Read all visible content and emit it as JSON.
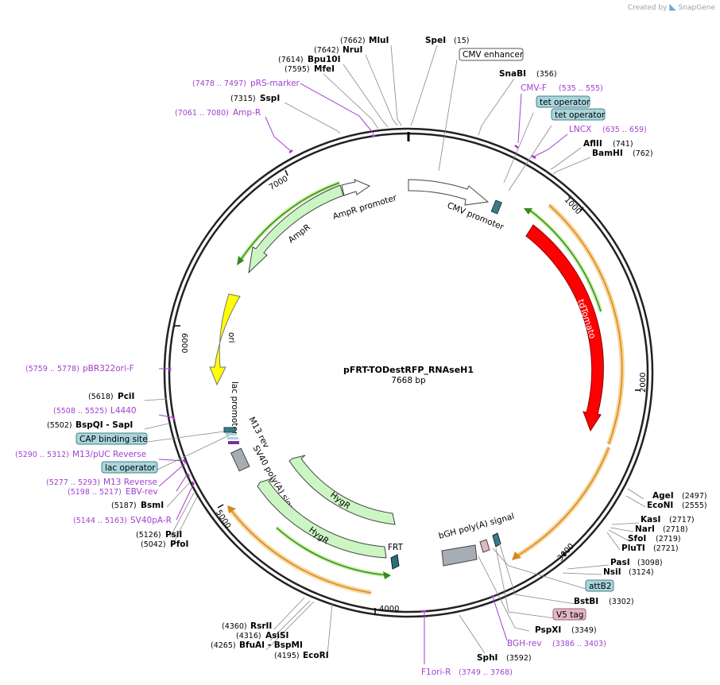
{
  "brand": {
    "created_by": "Created by",
    "app": "SnapGene"
  },
  "plasmid": {
    "name": "pFRT-TODestRFP_RNAseH1",
    "length": "7668 bp"
  },
  "ticks": [
    "1000",
    "2000",
    "3000",
    "4000",
    "5000",
    "6000",
    "7000"
  ],
  "sites": [
    {
      "name": "MluI",
      "pos": "(7662)"
    },
    {
      "name": "SpeI",
      "pos": "(15)"
    },
    {
      "name": "NruI",
      "pos": "(7642)"
    },
    {
      "name": "Bpu10I",
      "pos": "(7614)"
    },
    {
      "name": "MfeI",
      "pos": "(7595)"
    },
    {
      "name": "SnaBI",
      "pos": "(356)"
    },
    {
      "name": "SspI",
      "pos": "(7315)"
    },
    {
      "name": "AflII",
      "pos": "(741)"
    },
    {
      "name": "BamHI",
      "pos": "(762)"
    },
    {
      "name": "PciI",
      "pos": "(5618)"
    },
    {
      "name": "BspQI - SapI",
      "pos": "(5502)"
    },
    {
      "name": "BsmI",
      "pos": "(5187)"
    },
    {
      "name": "PsiI",
      "pos": "(5126)"
    },
    {
      "name": "PfoI",
      "pos": "(5042)"
    },
    {
      "name": "AgeI",
      "pos": "(2497)"
    },
    {
      "name": "EcoNI",
      "pos": "(2555)"
    },
    {
      "name": "KasI",
      "pos": "(2717)"
    },
    {
      "name": "NarI",
      "pos": "(2718)"
    },
    {
      "name": "SfoI",
      "pos": "(2719)"
    },
    {
      "name": "PluTI",
      "pos": "(2721)"
    },
    {
      "name": "PasI",
      "pos": "(3098)"
    },
    {
      "name": "NsiI",
      "pos": "(3124)"
    },
    {
      "name": "BstBI",
      "pos": "(3302)"
    },
    {
      "name": "PspXI",
      "pos": "(3349)"
    },
    {
      "name": "SphI",
      "pos": "(3592)"
    },
    {
      "name": "RsrII",
      "pos": "(4360)"
    },
    {
      "name": "AsiSI",
      "pos": "(4316)"
    },
    {
      "name": "BfuAI - BspMI",
      "pos": "(4265)"
    },
    {
      "name": "EcoRI",
      "pos": "(4195)"
    }
  ],
  "primers": [
    {
      "name": "pRS-marker",
      "range": "(7478 .. 7497)"
    },
    {
      "name": "Amp-R",
      "range": "(7061 .. 7080)"
    },
    {
      "name": "CMV-F",
      "range": "(535 .. 555)"
    },
    {
      "name": "LNCX",
      "range": "(635 .. 659)"
    },
    {
      "name": "pBR322ori-F",
      "range": "(5759 .. 5778)"
    },
    {
      "name": "L4440",
      "range": "(5508 .. 5525)"
    },
    {
      "name": "M13/pUC Reverse",
      "range": "(5290 .. 5312)"
    },
    {
      "name": "M13 Reverse",
      "range": "(5277 .. 5293)"
    },
    {
      "name": "EBV-rev",
      "range": "(5198 .. 5217)"
    },
    {
      "name": "SV40pA-R",
      "range": "(5144 .. 5163)"
    },
    {
      "name": "BGH-rev",
      "range": "(3386 .. 3403)"
    },
    {
      "name": "F1ori-R",
      "range": "(3749 .. 3768)"
    }
  ],
  "boxed_labels": {
    "cmv_enhancer": "CMV enhancer",
    "tet_operator_1": "tet operator",
    "tet_operator_2": "tet operator",
    "cap_binding_site": "CAP binding site",
    "lac_operator": "lac operator",
    "attB2": "attB2",
    "v5_tag": "V5 tag"
  },
  "features": {
    "ampr_promoter": "AmpR promoter",
    "ampr": "AmpR",
    "cmv_promoter": "CMV promoter",
    "tdtomato": "tdTomato",
    "ori": "ori",
    "lac_promoter": "lac promoter",
    "m13_rev": "M13 rev",
    "sv40_polya": "SV40 poly(A) signal",
    "hygr_1": "HygR",
    "hygr_2": "HygR",
    "frt": "FRT",
    "bgh_polya": "bGH poly(A) signal"
  },
  "colors": {
    "backbone": "#222222",
    "primer": "#a23fd1",
    "promoter": "#ffffff",
    "resistance": "#ccf5c4",
    "tdtomato": "#ff0000",
    "ori": "#ffff00",
    "orf_line": "#f2a93b",
    "box_blue": "#a8d6dc",
    "box_pink": "#e4b6c3",
    "polya": "#a7adb5"
  }
}
